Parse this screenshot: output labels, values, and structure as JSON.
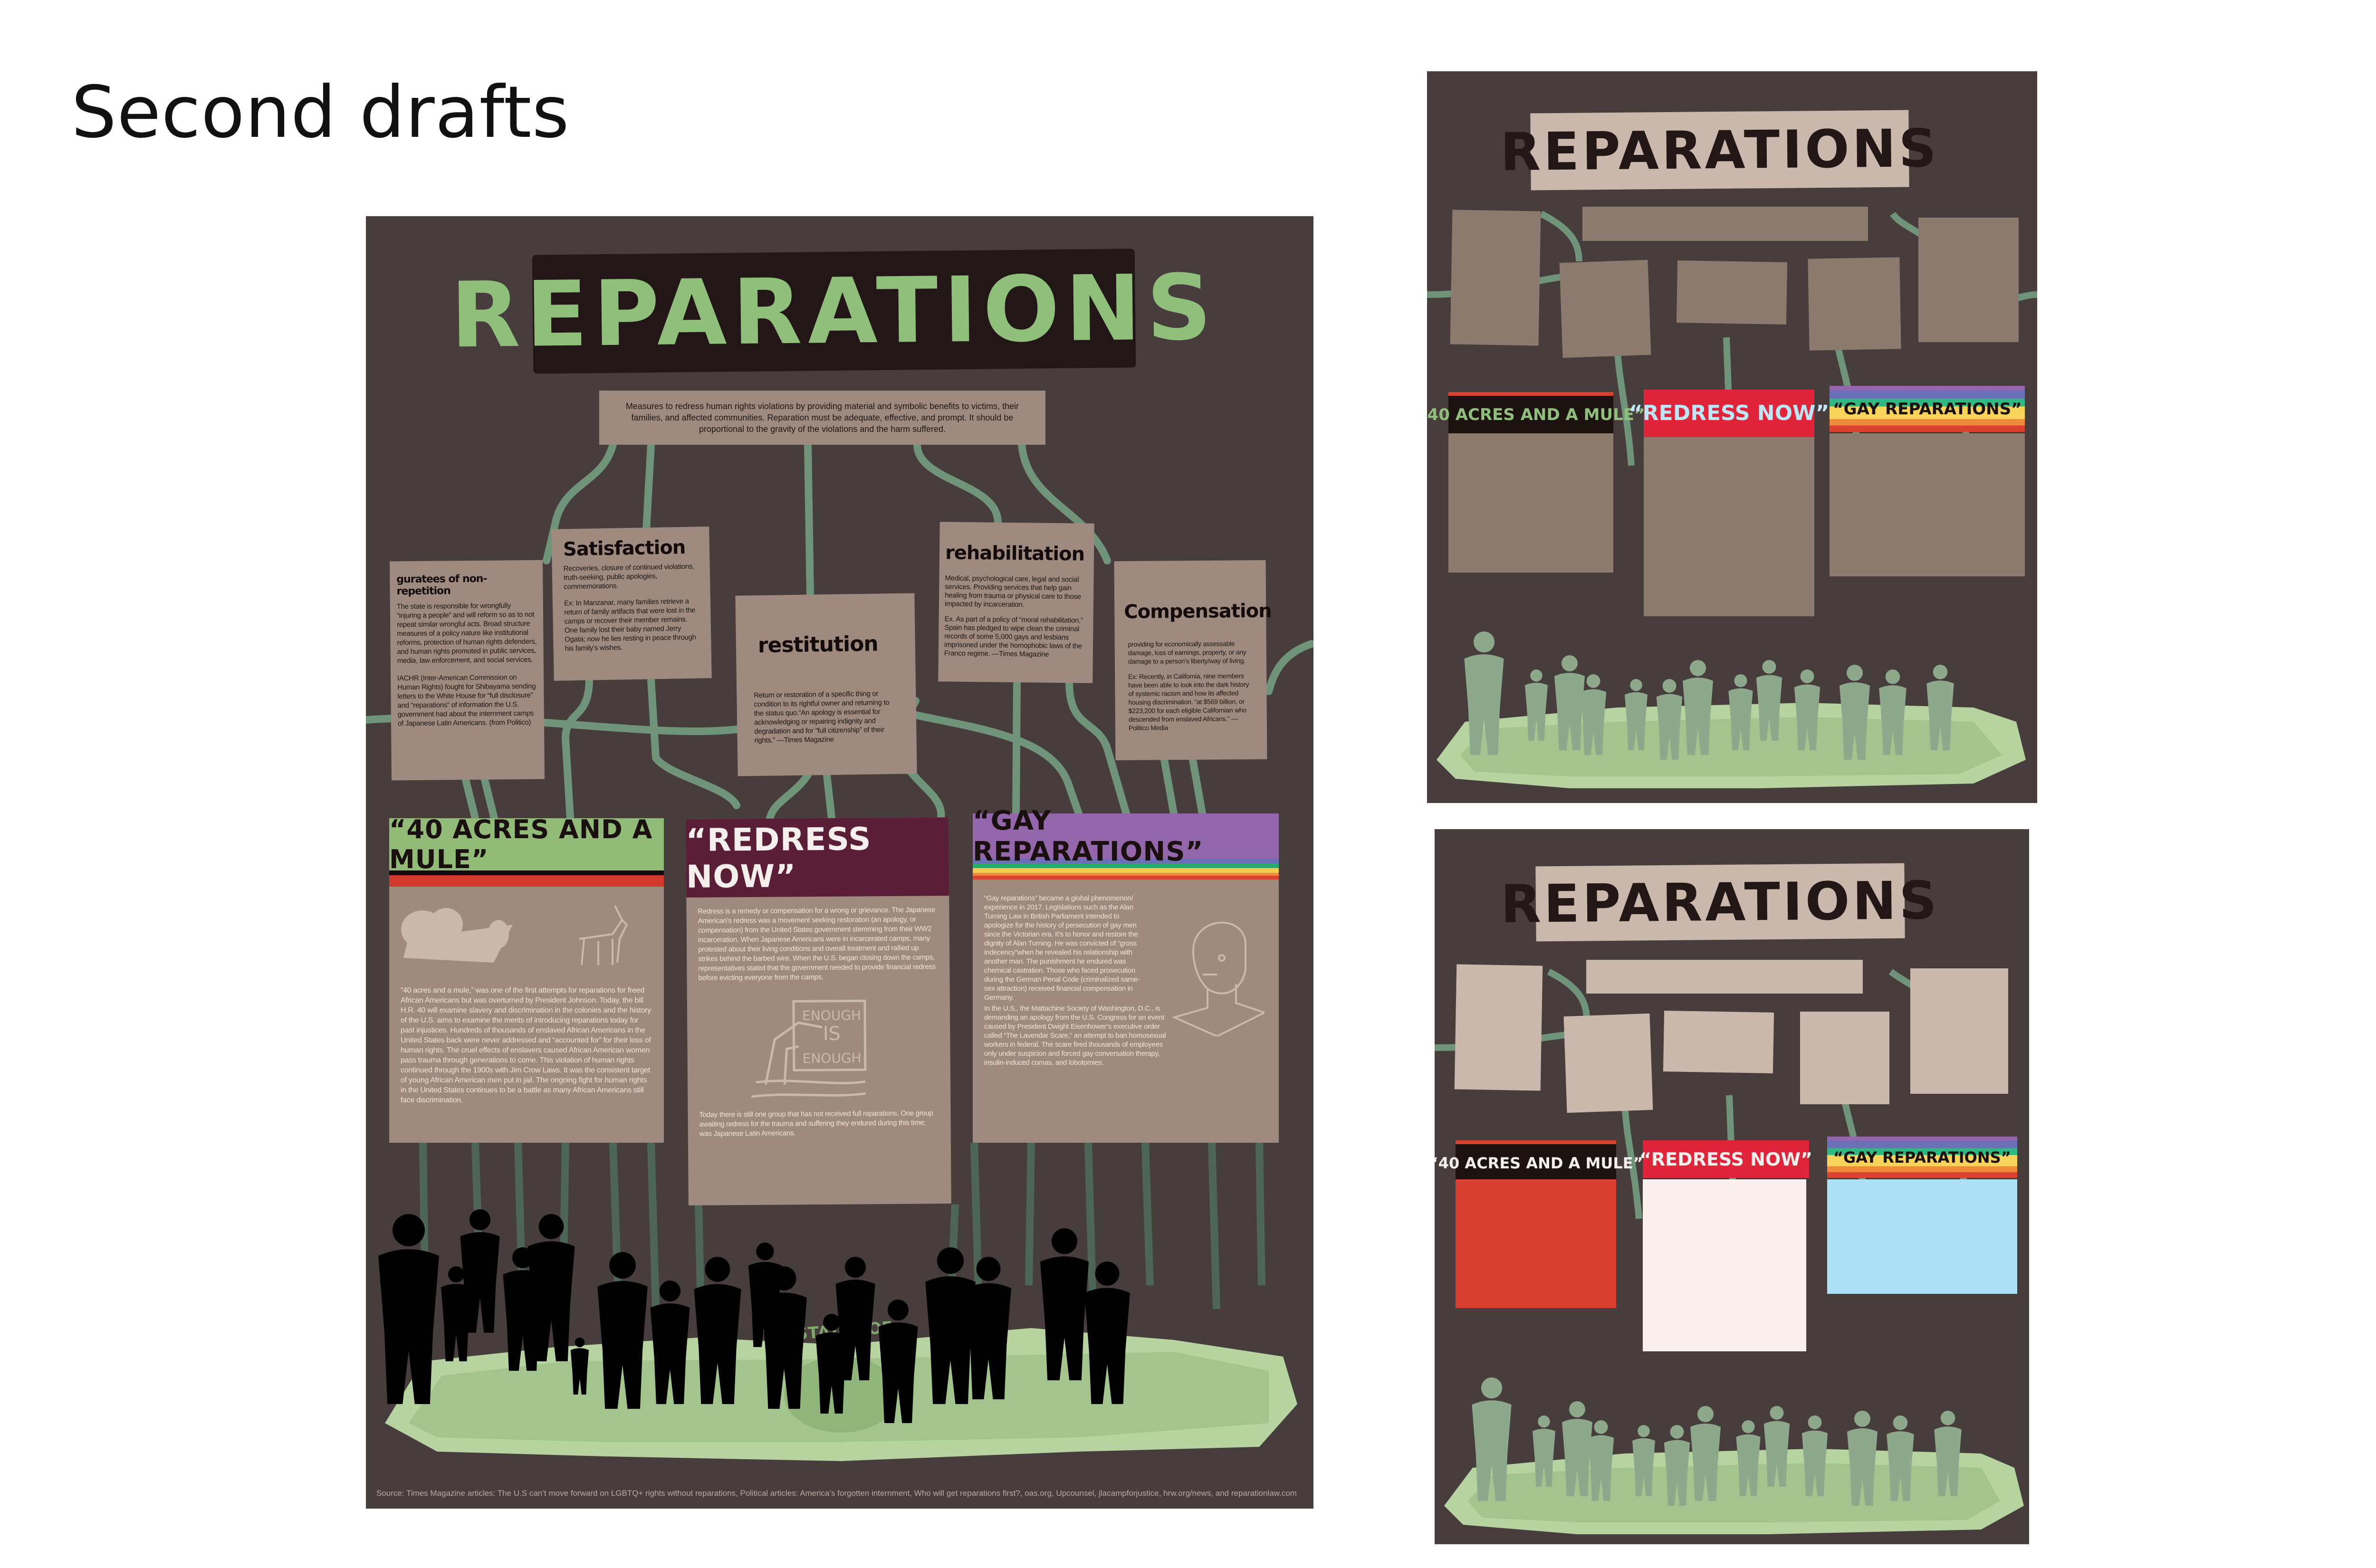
{
  "page_title": "Second drafts",
  "main_poster": {
    "title": "REPARATIONS",
    "definition": "Measures to redress human rights violations by providing material and symbolic benefits to victims, their families, and affected communities. Reparation must be adequate, effective, and prompt. It should be proportional to the gravity of the violations and the harm suffered.",
    "cards": [
      {
        "heading": "guratees of non-repetition",
        "paragraphs": [
          "The state is responsible for wrongfully “injuring a people” and will reform so as to not repeat similar wrongful acts. Broad structure measures of a policy nature like institutional reforms, protection of human rights defenders, and human rights promoted in public services, media, law enforcement, and social services.",
          "IACHR (Inter-American Commission on Human Rights) fought for Shibayama sending letters to the White House for “full disclosure” and “reparations” of information the U.S. government had about the internment camps of Japanese Latin Americans. (from Politico)"
        ]
      },
      {
        "heading": "Satisfaction",
        "paragraphs": [
          "Recoveries, closure of continued violations, truth-seeking, public apologies, commemorations.",
          "Ex: In Manzanar, many families retrieve a return of family artifacts that were lost in the camps or recover their member remains. One family lost their baby named Jerry Ogata; now he lies resting in peace through his family’s wishes."
        ]
      },
      {
        "heading": "restitution",
        "paragraphs": [
          "Return or restoration of a specific thing or condition to its rightful owner and returning to the status quo.“An apology is essential for acknowledging or repairing indignity and degradation and for “full citizenship” of their rights.” —Times Magazine"
        ]
      },
      {
        "heading": "rehabilitation",
        "paragraphs": [
          "Medical, psychological care, legal and social services. Providing services that help gain healing from trauma or physical care to those impacted by incarceration.",
          "Ex. As part of a policy of “moral rehabilitation,” Spain has pledged to wipe clean the criminal records of some 5,000 gays and lesbians imprisoned under the homophobic laws of the Franco regime. —Times Magazine"
        ]
      },
      {
        "heading": "Compensation",
        "paragraphs": [
          "providing for economically assessable damage, loss of earnings, property, or any damage to a person’s liberty/way of living.",
          "Ex: Recently, in California, nine members have been able to look into the dark history of systemic racism and how its affected housing discrimination. “at $569 billion, or $223,200 for each eligible Californian who descended from enslaved Africans.” —Politico Media"
        ]
      }
    ],
    "campaigns": [
      {
        "title": "“40 ACRES AND A MULE”",
        "paragraphs": [
          "“40 acres and a mule,” was one of the first attempts for reparations for freed African Americans but was overturned by President Johnson. Today, the bill H.R. 40 will examine slavery and discrimination in the colonies and the history of the U.S. aims to examine the merits of introducing reparations today for past injustices. Hundreds of thousands of enslaved African Americans in the United States back were never addressed and “accounted for” for their loss of human rights. The cruel effects of enslavers caused African American women pass trauma through generations to come. This violation of human rights continued through the 1900s with Jim Crow Laws. It was the consistent target of young African American men put in jail. The ongoing fight for human rights in the United States continues to be a battle as many African Americans still face discrimination."
        ]
      },
      {
        "title": "“REDRESS NOW”",
        "paragraphs": [
          "Redress is a remedy or compensation for a wrong or grievance. The Japanese American’s redress was a movement seeking restoration (an apology, or compensation) from the United States government stemming from their WW2 incarceration. When Japanese Americans were in incarcerated camps, many protested about their living conditions and overall treatment and rallied up strikes behind the barbed wire. When the U.S. began closing down the camps, representatives stated that the government needed to provide financial redress before evicting everyone from the camps.",
          "Today there is still one group that has not received full reparations. One group awaiting redress for the trauma and suffering they endured during this time; was Japanese Latin Americans."
        ]
      },
      {
        "title": "“GAY REPARATIONS”",
        "paragraphs": [
          "“Gay reparations” became a global phenomenon/ experience in 2017. Legislations such as the Alan Turning Law in British Parliament intended to apologize for the history of persecution of gay men since the Victorian era. It’s to honor and restore the dignity of Alan Turning. He was convicted of “gross indecency”when he revealed his relationship with another man. The punishment he endured was chemical castration. Those who faced prosecution during the German Penal Code (criminalized same-sex attraction) received financial compensation in Germany.",
          "In the U.S., the Mattachine Society of Washington, D.C., is demanding an apology from the U.S. Congress for an event caused by President Dwight Eisenhower’s executive order called “The Lavendar Scare,” an attempt to ban homosexual workers in federal. The scare fired thousands of employees only under suspicion and forced gay conversation therapy, insulin-induced comas, and lobotomies."
        ]
      }
    ],
    "sign_text": [
      "ENOUGH",
      "IS",
      "ENOUGH"
    ],
    "dollar_text": "TED STATES OF",
    "source": "Source: Times Magazine articles: The U.S can’t move forward on LGBTQ+ rights without reparations, Political articles: America’s forgotten internment, Who will get reparations first?, oas.org, Upcounsel, jlacampforjustice, hrw.org/news, and reparationlaw.com"
  },
  "draft_a": {
    "title": "REPARATIONS",
    "labels": [
      "“40 ACRES AND A MULE”",
      "“REDRESS NOW”",
      "“GAY REPARATIONS”"
    ],
    "colors": {
      "acres_bg": "#1c1210",
      "acres_text": "#8fbf7a",
      "redress_bg": "#e0253a",
      "redress_text": "#bfe6f5",
      "boxes": "#8c7a6e"
    }
  },
  "draft_b": {
    "title": "REPARATIONS",
    "labels": [
      "“40 ACRES AND A MULE”",
      "“REDRESS NOW”",
      "“GAY REPARATIONS”"
    ],
    "colors": {
      "acres_box": "#d94032",
      "redress_box": "#fcf0ee",
      "gay_box": "#aee0f5"
    }
  }
}
